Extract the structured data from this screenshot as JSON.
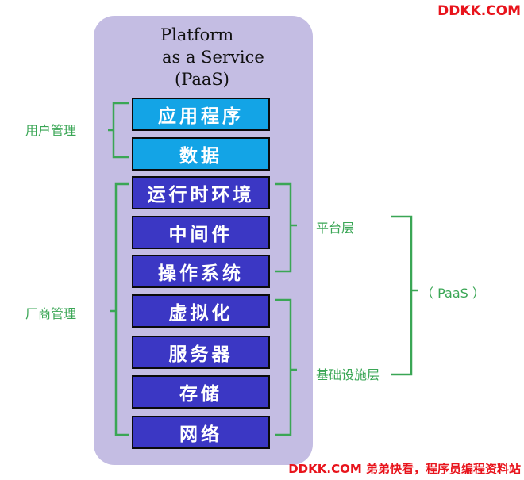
{
  "watermark_top": "DDKK.COM",
  "watermark_bottom": "DDKK.COM 弟弟快看，程序员编程资料站",
  "title_lines": [
    "Platform",
    "as a Service",
    "(PaaS)"
  ],
  "layers": [
    "应用程序",
    "数据",
    "运行时环境",
    "中间件",
    "操作系统",
    "虚拟化",
    "服务器",
    "存储",
    "网络"
  ],
  "labels": {
    "user_managed": "用户管理",
    "vendor_managed": "厂商管理",
    "platform_layer": "平台层",
    "infrastructure_layer": "基础设施层",
    "paas": "（ PaaS ）"
  },
  "colors": {
    "panel": "#c4bde3",
    "user_layer": "#13a4e6",
    "vendor_layer": "#3b37c4",
    "bracket": "#3aa655",
    "watermark": "#e8141c"
  }
}
